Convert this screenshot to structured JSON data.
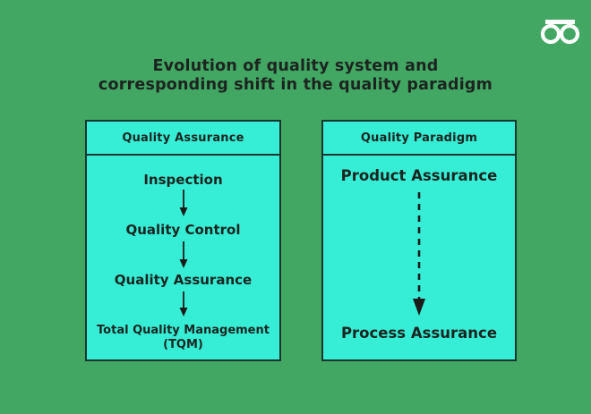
{
  "title": {
    "line1": "Evolution of quality system and",
    "line2": "corresponding shift in the quality paradigm"
  },
  "logo": {
    "name": "geeksforgeeks-logo",
    "color": "#ffffff"
  },
  "colors": {
    "background": "#42a763",
    "panel_fill": "#36eed6",
    "panel_border": "#16352e",
    "text": "#1d2420",
    "arrow": "#1b1b1b"
  },
  "left_panel": {
    "header": "Quality Assurance",
    "steps": [
      "Inspection",
      "Quality Control",
      "Quality Assurance"
    ],
    "final_step": {
      "line1": "Total Quality Management",
      "line2": "(TQM)"
    }
  },
  "right_panel": {
    "header": "Quality Paradigm",
    "top_item": "Product Assurance",
    "bottom_item": "Process Assurance"
  }
}
